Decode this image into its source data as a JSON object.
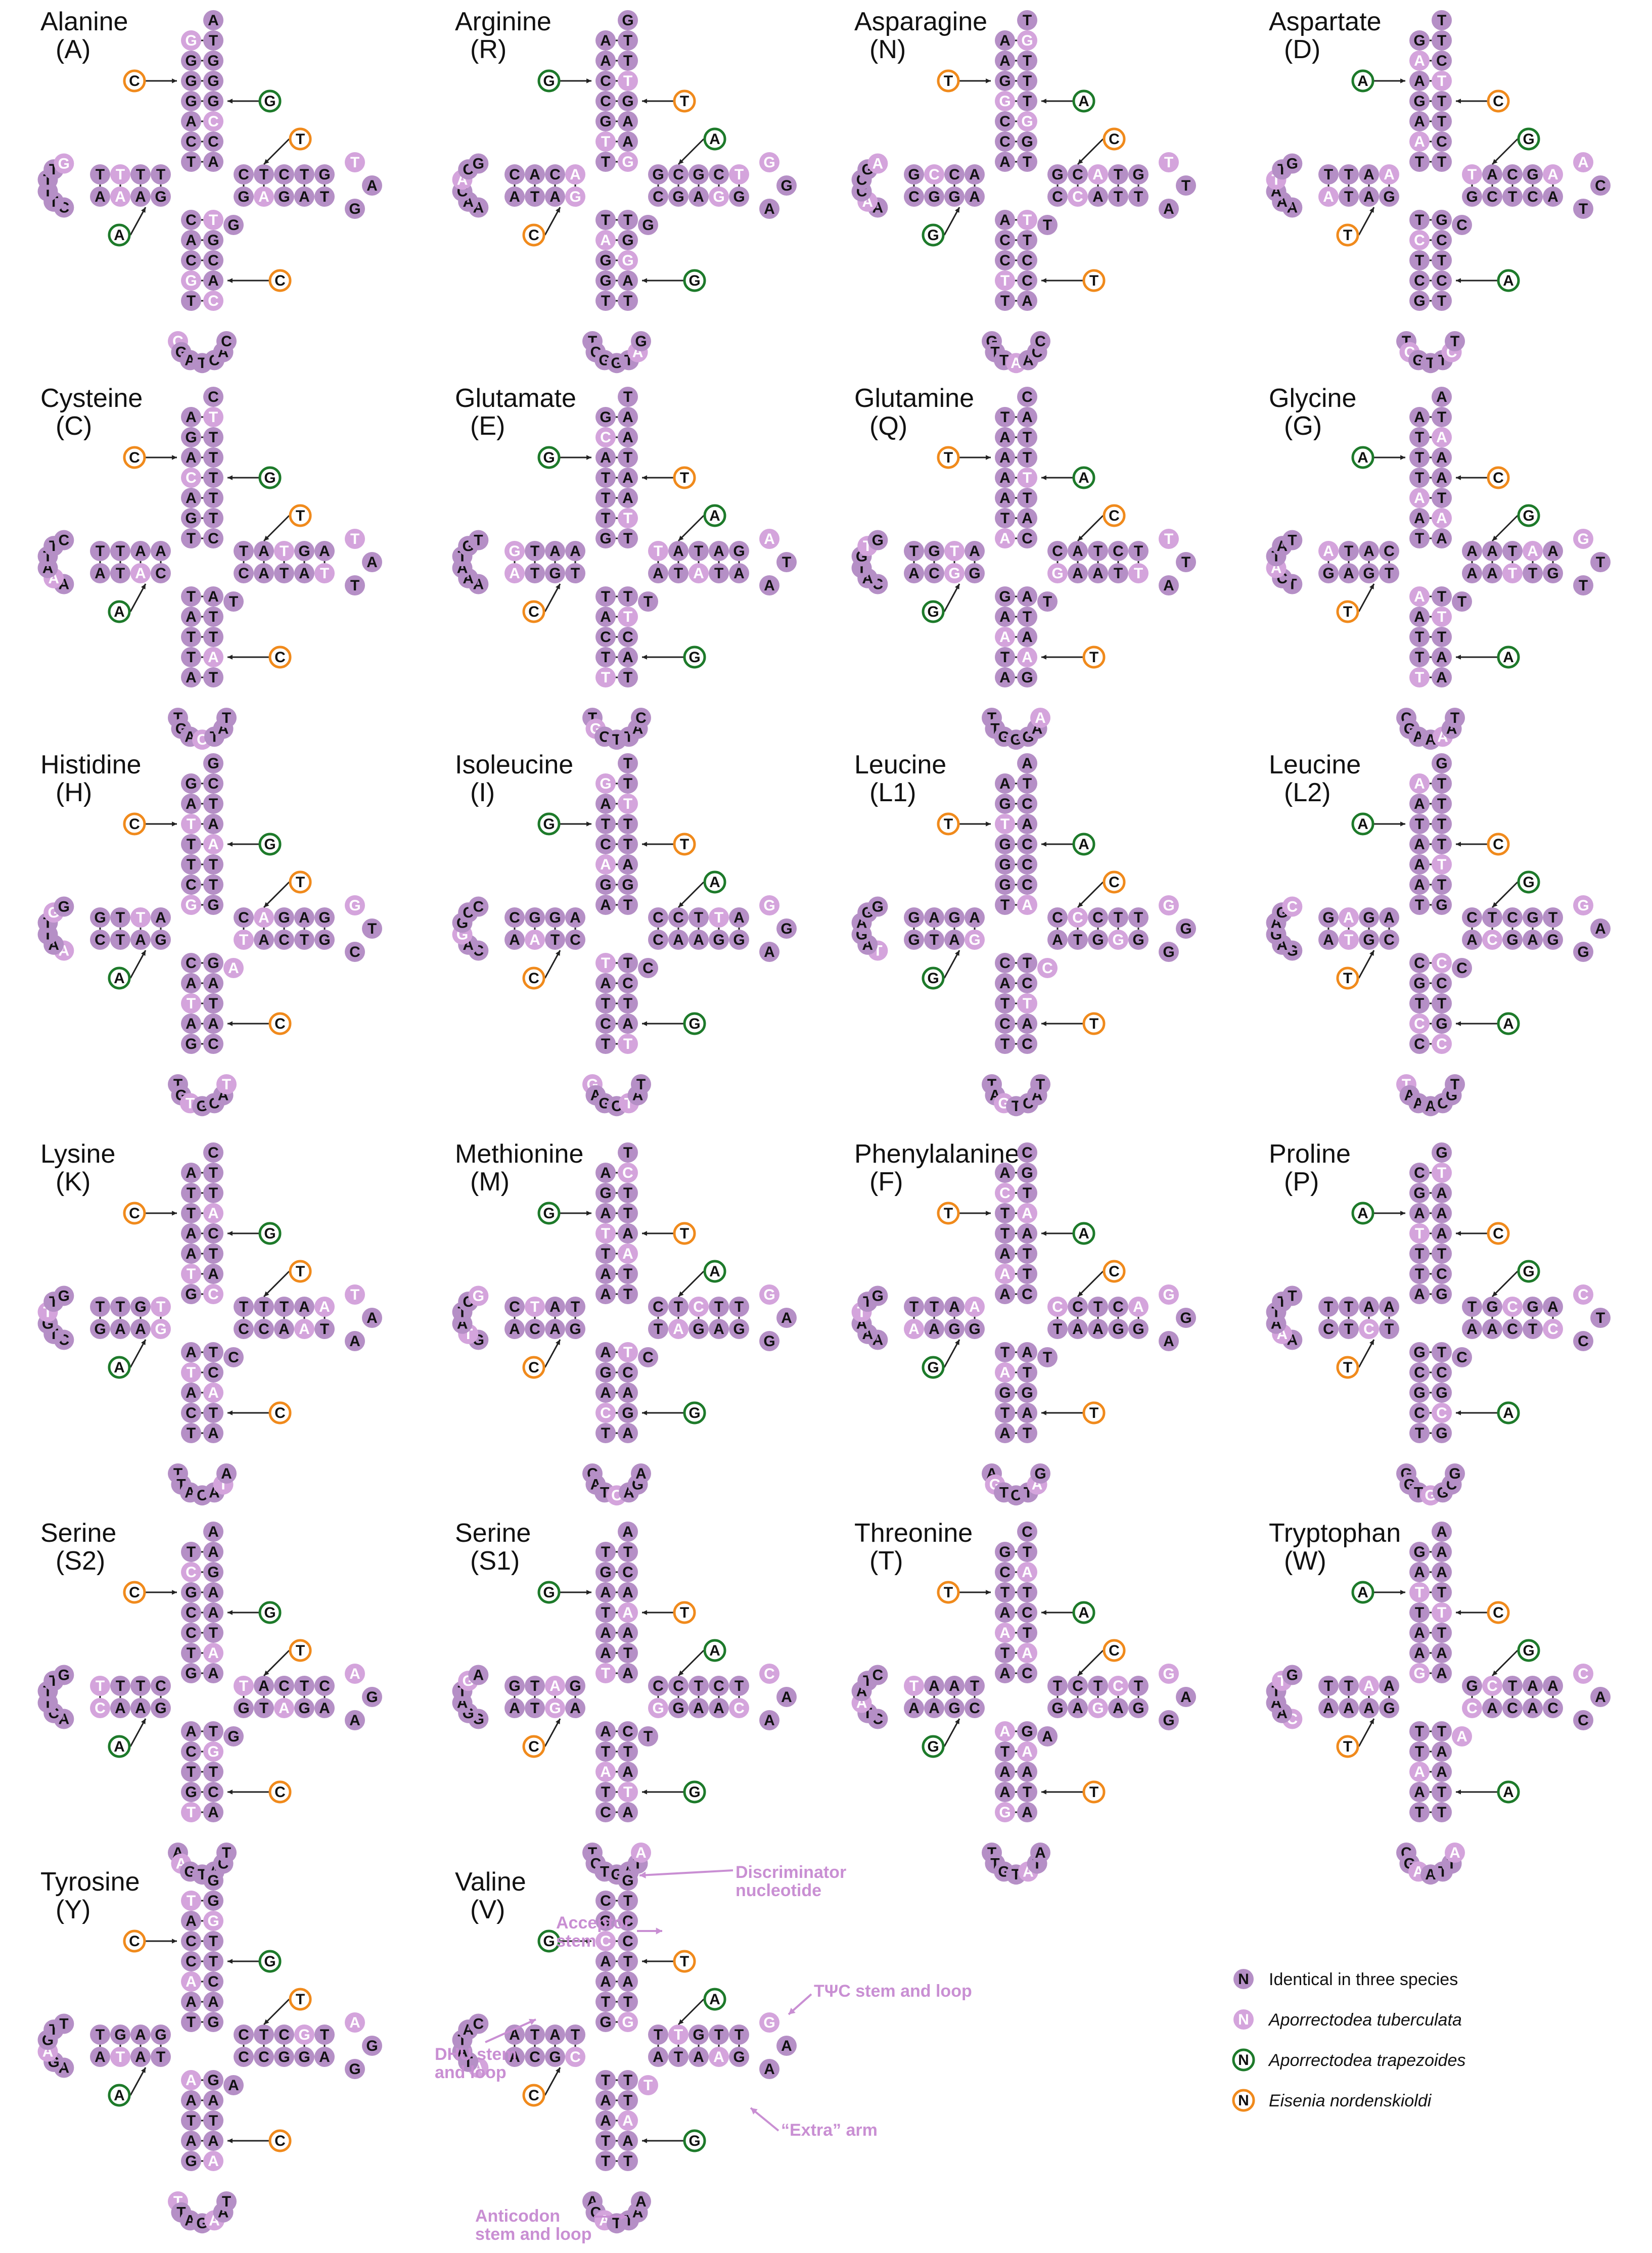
{
  "panels": [
    {
      "id": "alanine",
      "name": "Alanine",
      "abbr": "(A)",
      "acceptor_5": [
        "G",
        "G",
        "G",
        "G",
        "A",
        "C",
        "T"
      ],
      "acceptor_3": [
        "T",
        "G",
        "G",
        "G",
        "C",
        "C",
        "A"
      ],
      "d_loop": [
        "T",
        "T",
        "T",
        "T",
        "G",
        "A",
        "A",
        "A",
        "C"
      ],
      "anticodon": [
        "C",
        "A",
        "C",
        "G",
        "T",
        "C",
        "G",
        "A",
        "T"
      ],
      "t_loop": [
        "C",
        "T",
        "C",
        "T",
        "G",
        "T",
        "A",
        "G",
        "A",
        "G"
      ]
    },
    {
      "id": "arginine",
      "name": "Arginine",
      "abbr": "(R)",
      "acceptor_5": [
        "A",
        "A",
        "C",
        "C",
        "G",
        "T",
        "T"
      ],
      "acceptor_3": [
        "T",
        "T",
        "T",
        "G",
        "A",
        "A",
        "G"
      ],
      "d_loop": [
        "A",
        "C",
        "A",
        "C",
        "G",
        "A",
        "T",
        "A",
        "A"
      ],
      "anticodon": [
        "T",
        "A",
        "G",
        "G",
        "T",
        "T",
        "C",
        "G",
        "G"
      ],
      "t_loop": [
        "G",
        "C",
        "G",
        "C",
        "T",
        "G",
        "G",
        "A",
        "G",
        "C"
      ]
    },
    {
      "id": "asparagine",
      "name": "Asparagine",
      "abbr": "(N)",
      "acceptor_5": [
        "A",
        "A",
        "G",
        "G",
        "C",
        "C",
        "A"
      ],
      "acceptor_3": [
        "G",
        "T",
        "T",
        "T",
        "G",
        "G",
        "T"
      ],
      "d_loop": [
        "A",
        "C",
        "C",
        "G",
        "A",
        "G",
        "G",
        "C",
        "A"
      ],
      "anticodon": [
        "A",
        "C",
        "C",
        "T",
        "T",
        "G",
        "T",
        "T",
        "A"
      ],
      "t_loop": [
        "G",
        "C",
        "A",
        "T",
        "G",
        "T",
        "T",
        "A",
        "C",
        "C"
      ]
    },
    {
      "id": "aspartate",
      "name": "Aspartate",
      "abbr": "(D)",
      "acceptor_5": [
        "G",
        "A",
        "A",
        "G",
        "A",
        "A",
        "T"
      ],
      "acceptor_3": [
        "T",
        "C",
        "T",
        "T",
        "T",
        "C",
        "T"
      ],
      "d_loop": [
        "A",
        "A",
        "T",
        "T",
        "G",
        "A",
        "T",
        "A",
        "A"
      ],
      "anticodon": [
        "T",
        "C",
        "T",
        "C",
        "G",
        "T",
        "C",
        "G",
        "T"
      ],
      "t_loop": [
        "T",
        "A",
        "C",
        "G",
        "A",
        "A",
        "C",
        "T",
        "C",
        "G"
      ]
    },
    {
      "id": "cysteine",
      "name": "Cysteine",
      "abbr": "(C)",
      "acceptor_5": [
        "A",
        "G",
        "A",
        "C",
        "A",
        "G",
        "T"
      ],
      "acceptor_3": [
        "T",
        "T",
        "T",
        "T",
        "T",
        "T",
        "C"
      ],
      "d_loop": [
        "A",
        "A",
        "T",
        "T",
        "C",
        "A",
        "T",
        "A",
        "A"
      ],
      "anticodon": [
        "T",
        "A",
        "T",
        "T",
        "A",
        "T",
        "G",
        "A",
        "C"
      ],
      "t_loop": [
        "T",
        "A",
        "T",
        "G",
        "A",
        "T",
        "A",
        "T",
        "A",
        "C"
      ]
    },
    {
      "id": "glutamate",
      "name": "Glutamate",
      "abbr": "(E)",
      "acceptor_5": [
        "G",
        "C",
        "A",
        "T",
        "T",
        "T",
        "G"
      ],
      "acceptor_3": [
        "A",
        "A",
        "T",
        "A",
        "A",
        "T",
        "T"
      ],
      "d_loop": [
        "A",
        "A",
        "T",
        "G",
        "T",
        "G",
        "T",
        "A",
        "A"
      ],
      "anticodon": [
        "T",
        "A",
        "C",
        "T",
        "T",
        "T",
        "G",
        "C",
        "T"
      ],
      "t_loop": [
        "T",
        "A",
        "T",
        "A",
        "G",
        "A",
        "T",
        "A",
        "T",
        "A"
      ]
    },
    {
      "id": "glutamine",
      "name": "Glutamine",
      "abbr": "(Q)",
      "acceptor_5": [
        "T",
        "A",
        "A",
        "A",
        "A",
        "T",
        "A"
      ],
      "acceptor_3": [
        "A",
        "T",
        "T",
        "T",
        "T",
        "A",
        "C"
      ],
      "d_loop": [
        "A",
        "T",
        "G",
        "T",
        "G",
        "G",
        "C",
        "A",
        "C"
      ],
      "anticodon": [
        "G",
        "A",
        "A",
        "T",
        "A",
        "T",
        "T",
        "G",
        "G"
      ],
      "t_loop": [
        "C",
        "A",
        "T",
        "C",
        "T",
        "T",
        "T",
        "A",
        "A",
        "G"
      ]
    },
    {
      "id": "glycine",
      "name": "Glycine",
      "abbr": "(G)",
      "acceptor_5": [
        "A",
        "T",
        "T",
        "T",
        "A",
        "A",
        "T"
      ],
      "acceptor_3": [
        "T",
        "A",
        "A",
        "A",
        "T",
        "A",
        "A"
      ],
      "d_loop": [
        "C",
        "A",
        "T",
        "A",
        "T",
        "G",
        "A",
        "G",
        "T"
      ],
      "anticodon": [
        "A",
        "A",
        "T",
        "T",
        "T",
        "C",
        "G",
        "A",
        "A"
      ],
      "t_loop": [
        "A",
        "A",
        "T",
        "A",
        "A",
        "G",
        "T",
        "T",
        "A",
        "A"
      ]
    },
    {
      "id": "histidine",
      "name": "Histidine",
      "abbr": "(H)",
      "acceptor_5": [
        "G",
        "A",
        "T",
        "T",
        "T",
        "C",
        "G"
      ],
      "acceptor_3": [
        "C",
        "T",
        "A",
        "A",
        "T",
        "T",
        "G"
      ],
      "d_loop": [
        "A",
        "T",
        "T",
        "G",
        "G",
        "A",
        "T",
        "C",
        "A"
      ],
      "anticodon": [
        "C",
        "A",
        "T",
        "A",
        "G",
        "T",
        "G",
        "T",
        "G"
      ],
      "t_loop": [
        "C",
        "A",
        "G",
        "A",
        "G",
        "G",
        "T",
        "C",
        "A",
        "T"
      ]
    },
    {
      "id": "isoleucine",
      "name": "Isoleucine",
      "abbr": "(I)",
      "acceptor_5": [
        "G",
        "A",
        "T",
        "C",
        "A",
        "G",
        "A"
      ],
      "acceptor_3": [
        "T",
        "T",
        "T",
        "T",
        "A",
        "G",
        "T"
      ],
      "d_loop": [
        "A",
        "G",
        "G",
        "C",
        "C",
        "T",
        "A",
        "A",
        "C"
      ],
      "anticodon": [
        "T",
        "A",
        "T",
        "C",
        "T",
        "G",
        "A",
        "G",
        "C"
      ],
      "t_loop": [
        "C",
        "C",
        "T",
        "T",
        "A",
        "G",
        "G",
        "A",
        "A",
        "C"
      ]
    },
    {
      "id": "leucine-l1",
      "name": "Leucine",
      "abbr": "(L1)",
      "acceptor_5": [
        "A",
        "G",
        "T",
        "G",
        "G",
        "G",
        "T"
      ],
      "acceptor_3": [
        "T",
        "C",
        "A",
        "C",
        "C",
        "C",
        "A"
      ],
      "d_loop": [
        "A",
        "G",
        "A",
        "G",
        "G",
        "A",
        "T",
        "G",
        "T"
      ],
      "anticodon": [
        "C",
        "A",
        "T",
        "C",
        "T",
        "T",
        "A",
        "G",
        "T"
      ],
      "t_loop": [
        "C",
        "C",
        "C",
        "T",
        "T",
        "G",
        "G",
        "G",
        "T",
        "A"
      ]
    },
    {
      "id": "leucine-l2",
      "name": "Leucine",
      "abbr": "(L2)",
      "acceptor_5": [
        "A",
        "A",
        "T",
        "A",
        "A",
        "A",
        "T"
      ],
      "acceptor_3": [
        "T",
        "T",
        "T",
        "T",
        "T",
        "T",
        "G"
      ],
      "d_loop": [
        "A",
        "G",
        "A",
        "G",
        "C",
        "G",
        "T",
        "A",
        "G"
      ],
      "anticodon": [
        "C",
        "G",
        "T",
        "C",
        "C",
        "T",
        "A",
        "A",
        "A"
      ],
      "t_loop": [
        "C",
        "T",
        "C",
        "G",
        "T",
        "G",
        "A",
        "G",
        "C",
        "A"
      ]
    },
    {
      "id": "lysine",
      "name": "Lysine",
      "abbr": "(K)",
      "acceptor_5": [
        "A",
        "T",
        "T",
        "A",
        "A",
        "T",
        "G"
      ],
      "acceptor_3": [
        "T",
        "T",
        "A",
        "C",
        "T",
        "A",
        "C"
      ],
      "d_loop": [
        "T",
        "G",
        "T",
        "T",
        "G",
        "A",
        "A",
        "G",
        "C"
      ],
      "anticodon": [
        "A",
        "T",
        "A",
        "C",
        "T",
        "T",
        "T",
        "A",
        "C"
      ],
      "t_loop": [
        "T",
        "T",
        "T",
        "A",
        "A",
        "T",
        "A",
        "A",
        "C",
        "C"
      ]
    },
    {
      "id": "methionine",
      "name": "Methionine",
      "abbr": "(M)",
      "acceptor_5": [
        "A",
        "G",
        "A",
        "T",
        "T",
        "A",
        "A"
      ],
      "acceptor_3": [
        "C",
        "T",
        "T",
        "A",
        "A",
        "T",
        "T"
      ],
      "d_loop": [
        "T",
        "A",
        "T",
        "C",
        "G",
        "A",
        "C",
        "A",
        "G"
      ],
      "anticodon": [
        "A",
        "G",
        "A",
        "C",
        "T",
        "C",
        "A",
        "T",
        "C"
      ],
      "t_loop": [
        "C",
        "T",
        "C",
        "T",
        "T",
        "G",
        "A",
        "G",
        "A",
        "T"
      ]
    },
    {
      "id": "phenylalanine",
      "name": "Phenylalanine",
      "abbr": "(F)",
      "acceptor_5": [
        "A",
        "C",
        "T",
        "T",
        "A",
        "A",
        "A"
      ],
      "acceptor_3": [
        "G",
        "T",
        "A",
        "A",
        "T",
        "T",
        "C"
      ],
      "d_loop": [
        "A",
        "A",
        "T",
        "T",
        "G",
        "G",
        "A",
        "A",
        "A"
      ],
      "anticodon": [
        "T",
        "A",
        "G",
        "T",
        "A",
        "A",
        "G",
        "T",
        "C"
      ],
      "t_loop": [
        "C",
        "C",
        "T",
        "C",
        "A",
        "G",
        "G",
        "A",
        "A",
        "T"
      ]
    },
    {
      "id": "proline",
      "name": "Proline",
      "abbr": "(P)",
      "acceptor_5": [
        "C",
        "G",
        "A",
        "T",
        "T",
        "T",
        "A"
      ],
      "acceptor_3": [
        "T",
        "A",
        "A",
        "A",
        "T",
        "C",
        "G"
      ],
      "d_loop": [
        "A",
        "A",
        "T",
        "T",
        "T",
        "C",
        "T",
        "C",
        "A"
      ],
      "anticodon": [
        "G",
        "C",
        "G",
        "C",
        "T",
        "G",
        "G",
        "T",
        "G"
      ],
      "t_loop": [
        "T",
        "G",
        "C",
        "G",
        "A",
        "C",
        "T",
        "C",
        "A",
        "A"
      ]
    },
    {
      "id": "serine-s2",
      "name": "Serine",
      "abbr": "(S2)",
      "acceptor_5": [
        "T",
        "C",
        "G",
        "C",
        "C",
        "T",
        "G"
      ],
      "acceptor_3": [
        "A",
        "G",
        "A",
        "A",
        "T",
        "A",
        "A"
      ],
      "d_loop": [
        "C",
        "T",
        "T",
        "T",
        "G",
        "A",
        "A",
        "C",
        "A"
      ],
      "anticodon": [
        "A",
        "C",
        "T",
        "G",
        "T",
        "A",
        "A",
        "G",
        "T"
      ],
      "t_loop": [
        "T",
        "A",
        "C",
        "T",
        "C",
        "A",
        "G",
        "A",
        "T",
        "G"
      ]
    },
    {
      "id": "serine-s1",
      "name": "Serine",
      "abbr": "(S1)",
      "acceptor_5": [
        "T",
        "G",
        "A",
        "T",
        "A",
        "A",
        "T"
      ],
      "acceptor_3": [
        "T",
        "C",
        "A",
        "A",
        "A",
        "T",
        "A"
      ],
      "d_loop": [
        "G",
        "A",
        "T",
        "G",
        "A",
        "G",
        "T",
        "A",
        "G"
      ],
      "anticodon": [
        "A",
        "T",
        "A",
        "T",
        "C",
        "T",
        "C",
        "T",
        "G"
      ],
      "t_loop": [
        "C",
        "C",
        "T",
        "C",
        "T",
        "C",
        "A",
        "A",
        "G",
        "G"
      ]
    },
    {
      "id": "threonine",
      "name": "Threonine",
      "abbr": "(T)",
      "acceptor_5": [
        "G",
        "C",
        "T",
        "A",
        "A",
        "T",
        "A"
      ],
      "acceptor_3": [
        "T",
        "A",
        "T",
        "C",
        "T",
        "A",
        "C"
      ],
      "d_loop": [
        "T",
        "A",
        "A",
        "T",
        "C",
        "G",
        "A",
        "A",
        "C"
      ],
      "anticodon": [
        "A",
        "T",
        "A",
        "A",
        "G",
        "T",
        "T",
        "G",
        "T"
      ],
      "t_loop": [
        "T",
        "C",
        "T",
        "C",
        "T",
        "G",
        "A",
        "G",
        "A",
        "G"
      ]
    },
    {
      "id": "tryptophan",
      "name": "Tryptophan",
      "abbr": "(W)",
      "acceptor_5": [
        "G",
        "A",
        "T",
        "T",
        "A",
        "A",
        "G"
      ],
      "acceptor_3": [
        "A",
        "A",
        "T",
        "T",
        "T",
        "A",
        "A"
      ],
      "d_loop": [
        "A",
        "A",
        "T",
        "T",
        "G",
        "A",
        "A",
        "A",
        "C"
      ],
      "anticodon": [
        "T",
        "T",
        "A",
        "A",
        "T",
        "C",
        "G",
        "A",
        "A"
      ],
      "t_loop": [
        "G",
        "C",
        "T",
        "A",
        "A",
        "C",
        "A",
        "C",
        "A",
        "C"
      ]
    },
    {
      "id": "tyrosine",
      "name": "Tyrosine",
      "abbr": "(Y)",
      "acceptor_5": [
        "T",
        "A",
        "C",
        "C",
        "A",
        "A",
        "T"
      ],
      "acceptor_3": [
        "G",
        "G",
        "T",
        "T",
        "C",
        "A",
        "G"
      ],
      "d_loop": [
        "G",
        "A",
        "G",
        "T",
        "T",
        "A",
        "T",
        "A",
        "A"
      ],
      "anticodon": [
        "A",
        "A",
        "T",
        "A",
        "G",
        "T",
        "T",
        "A",
        "G"
      ],
      "t_loop": [
        "C",
        "T",
        "C",
        "G",
        "T",
        "A",
        "G",
        "G",
        "C",
        "C"
      ]
    },
    {
      "id": "valine",
      "name": "Valine",
      "abbr": "(V)",
      "acceptor_5": [
        "C",
        "G",
        "C",
        "A",
        "A",
        "T",
        "G"
      ],
      "acceptor_3": [
        "T",
        "C",
        "C",
        "T",
        "A",
        "T",
        "G"
      ],
      "d_loop": [
        "T",
        "A",
        "T",
        "A",
        "C",
        "G",
        "C",
        "A",
        "A"
      ],
      "anticodon": [
        "T",
        "A",
        "A",
        "T",
        "T",
        "A",
        "C",
        "A",
        "T"
      ],
      "t_loop": [
        "T",
        "T",
        "G",
        "T",
        "T",
        "G",
        "A",
        "A",
        "T",
        "A"
      ]
    }
  ],
  "valine_annotations": {
    "discriminator": [
      "Discriminator",
      "nucleotide"
    ],
    "acceptor": [
      "Acceptor",
      "stem"
    ],
    "tpsic": "TΨC stem and loop",
    "dhu": [
      "DHU stem",
      "and loop"
    ],
    "extra": "“Extra” arm",
    "anticodon": [
      "Anticodon",
      "stem and loop"
    ]
  },
  "legend": {
    "symbol": "N",
    "items": [
      {
        "label": "Identical in three species",
        "style": "identical"
      },
      {
        "label": "Aporrectodea tuberculata",
        "style": "tuberculata",
        "italic": true
      },
      {
        "label": "Aporrectodea trapezoides",
        "style": "trapezoides",
        "italic": true
      },
      {
        "label": "Eisenia nordenskioldi",
        "style": "nordenskioldi",
        "italic": true
      }
    ]
  },
  "colors": {
    "identical_fill": "#b58fc6",
    "tuberculata_fill": "#d4a4dc",
    "trapezoides_ring": "#1d7a2a",
    "nordenskioldi_ring": "#f08a1c",
    "annotation": "#c98fd3"
  }
}
